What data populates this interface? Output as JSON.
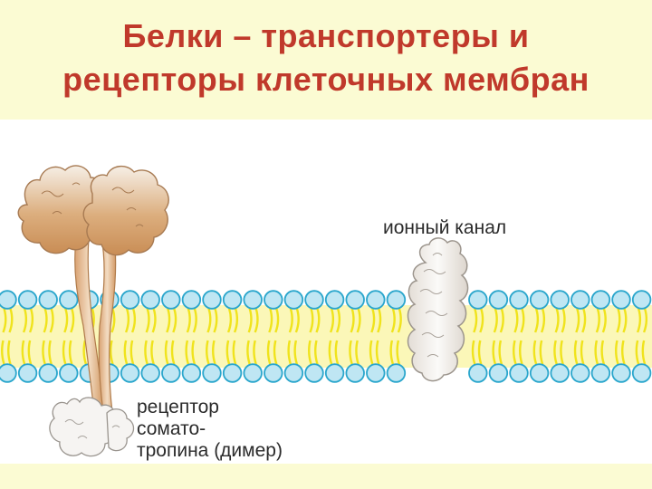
{
  "title": {
    "line1": "Белки – транспортеры и",
    "line2": "рецепторы клеточных мембран"
  },
  "labels": {
    "ion_channel": "ионный канал",
    "receptor_line1": "рецептор",
    "receptor_line2": "сомато-",
    "receptor_line3": "тропина (димер)"
  },
  "colors": {
    "background": "#fbfbd3",
    "title": "#c0392b",
    "lipid_head_fill": "#bfe6f3",
    "lipid_head_stroke": "#2aa6cc",
    "lipid_tail": "#f0e31c",
    "receptor_top": "#d9a470",
    "protein_light": "#f4f1ee"
  }
}
